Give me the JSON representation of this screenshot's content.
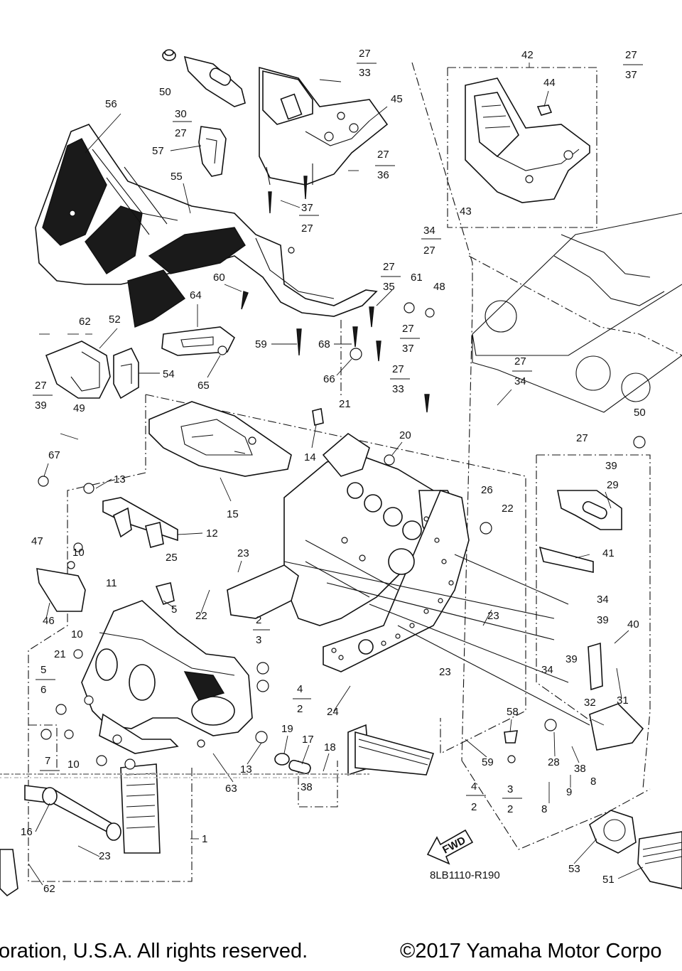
{
  "diagram_code": "8LB1110-R190",
  "fwd_label": "FWD",
  "footer": {
    "left": "oration, U.S.A. All rights reserved.",
    "right": "©2017 Yamaha Motor Corpo"
  },
  "callouts": [
    "50",
    "30",
    "27",
    "56",
    "57",
    "55",
    "27",
    "33",
    "45",
    "42",
    "44",
    "27",
    "37",
    "43",
    "34",
    "27",
    "27",
    "36",
    "37",
    "27",
    "60",
    "64",
    "62",
    "52",
    "54",
    "65",
    "59",
    "68",
    "66",
    "27",
    "35",
    "61",
    "48",
    "27",
    "37",
    "27",
    "33",
    "27",
    "34",
    "27",
    "39",
    "49",
    "67",
    "21",
    "14",
    "20",
    "50",
    "27",
    "39",
    "29",
    "13",
    "15",
    "26",
    "22",
    "12",
    "47",
    "10",
    "11",
    "25",
    "41",
    "23",
    "5",
    "46",
    "22",
    "23",
    "34",
    "39",
    "40",
    "2",
    "3",
    "10",
    "21",
    "5",
    "6",
    "4",
    "2",
    "24",
    "23",
    "34",
    "39",
    "31",
    "32",
    "58",
    "19",
    "17",
    "18",
    "7",
    "10",
    "13",
    "63",
    "28",
    "38",
    "8",
    "59",
    "4",
    "2",
    "3",
    "2",
    "8",
    "9",
    "16",
    "23",
    "62",
    "1",
    "53",
    "51",
    "38"
  ]
}
